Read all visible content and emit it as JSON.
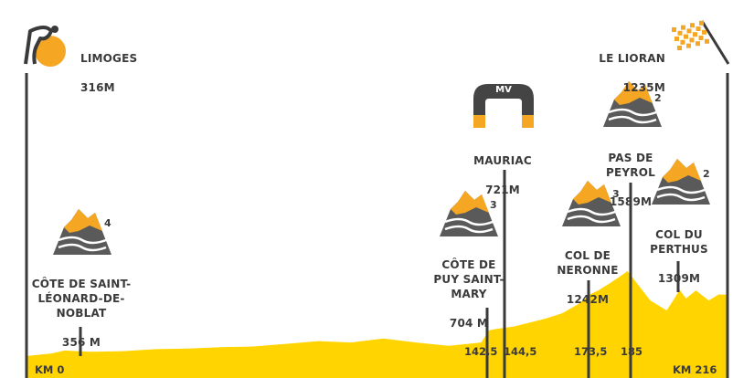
{
  "start": {
    "name": "LIMOGES",
    "alt": "316M"
  },
  "finish": {
    "name": "LE LIORAN",
    "alt": "1235M"
  },
  "intermediate": {
    "name": "MAURIAC",
    "alt": "721M",
    "logo": "MV"
  },
  "colors": {
    "profile": "#ffd400",
    "text": "#3a3a3a",
    "mountain_gray": "#5a5a5a",
    "mountain_orange": "#f5a623",
    "arch": "#444444"
  },
  "icons": {
    "start": "start-logo-icon",
    "finish": "checkered-flag-icon",
    "climb": "mountain-icon",
    "sprint": "arch-icon"
  },
  "axis": {
    "start_label": "KM 0",
    "end_label": "KM 216"
  },
  "climbs": [
    {
      "name": "CÔTE DE SAINT-\nLÉONARD-DE-\nNOBLAT",
      "alt": "356 M",
      "category": "4"
    },
    {
      "name": "CÔTE DE\nPUY SAINT-\nMARY",
      "alt": "704 M",
      "category": "3"
    },
    {
      "name": "COL DE\nNERONNE",
      "alt": "1242M",
      "category": "3"
    },
    {
      "name": "PAS DE\nPEYROL",
      "alt": "1589M",
      "category": "2"
    },
    {
      "name": "COL DU\nPERTHUS",
      "alt": "1309M",
      "category": "2"
    }
  ],
  "km_markers": [
    "142,5",
    "144,5",
    "173,5",
    "185"
  ],
  "chart_data": {
    "type": "area",
    "xlabel": "",
    "ylabel": "",
    "xlim": [
      0,
      216
    ],
    "x": [
      0,
      8,
      12,
      20,
      30,
      40,
      50,
      60,
      70,
      80,
      90,
      100,
      110,
      120,
      130,
      140,
      142.5,
      144.5,
      150,
      155,
      160,
      165,
      170,
      173.5,
      176,
      180,
      183,
      185,
      188,
      192,
      197,
      199,
      201,
      203,
      206,
      210,
      213,
      216
    ],
    "y": [
      316,
      356,
      400,
      380,
      390,
      420,
      430,
      450,
      460,
      500,
      540,
      520,
      580,
      520,
      470,
      520,
      704,
      721,
      760,
      820,
      880,
      960,
      1100,
      1242,
      1300,
      1420,
      1520,
      1589,
      1400,
      1150,
      1000,
      1150,
      1309,
      1180,
      1300,
      1150,
      1240,
      1235
    ],
    "labels": [
      "CÔTE DE SAINT-LÉONARD-DE-NOBLAT",
      "CÔTE DE PUY SAINT-MARY",
      "COL DE NERONNE",
      "PAS DE PEYROL",
      "COL DU PERTHUS"
    ]
  }
}
